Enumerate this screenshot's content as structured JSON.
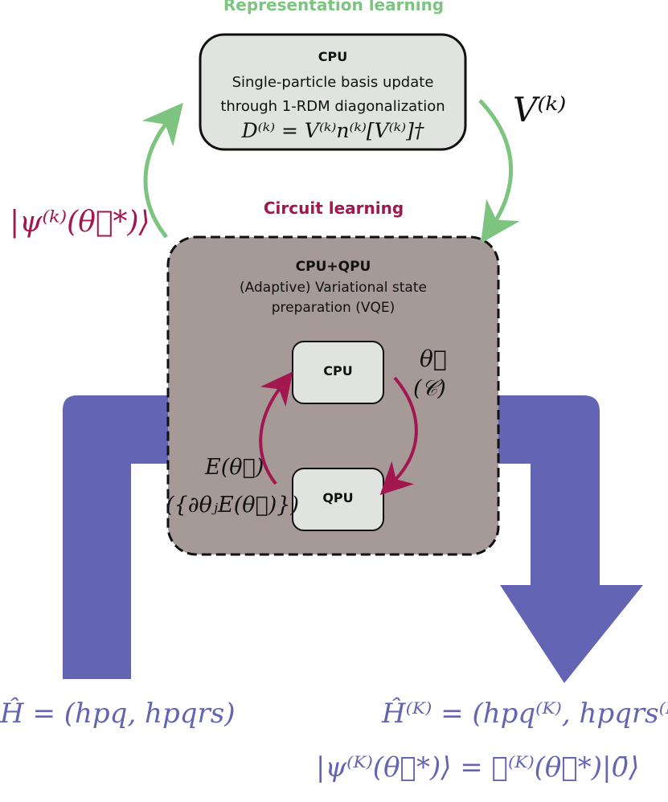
{
  "colors": {
    "green": "#7cc47f",
    "crimson": "#a3174f",
    "indigo": "#6464b4",
    "cpu_box": "#e1e3e1",
    "cpu_qpu_box": "#a69a98",
    "inner_box": "#e1e3e1"
  },
  "labels": {
    "representation_learning": "Representation learning",
    "circuit_learning": "Circuit learning"
  },
  "top_box": {
    "title": "CPU",
    "line1": "Single-particle basis update",
    "line2": "through 1-RDM diagonalization",
    "formula": "D⁽ᵏ⁾ = V⁽ᵏ⁾n⁽ᵏ⁾[V⁽ᵏ⁾]†"
  },
  "right_arrow_label": "V⁽ᵏ⁾",
  "left_arrow_label": "|ψ⁽ᵏ⁾(θ⃗*)⟩",
  "main_box": {
    "title": "CPU+QPU",
    "line1": "(Adaptive) Variational state",
    "line2": "preparation (VQE)",
    "inner_cpu": "CPU",
    "inner_qpu": "QPU",
    "theta_label": "θ⃗",
    "circuit_label": "(𝒞)",
    "energy_label": "E(θ⃗)",
    "gradient_label": "({∂θⱼE(θ⃗)})"
  },
  "bottom": {
    "input_hamiltonian": "Ĥ = (hpq, hpqrs)",
    "output_hamiltonian": "Ĥ⁽ᴷ⁾ = (hpq⁽ᴷ⁾, hpqrs⁽ᴷ⁾)",
    "output_state": "|ψ⁽ᴷ⁾(θ⃗*)⟩ = 𝒲⁽ᴷ⁾(θ⃗*)|0̄⟩"
  }
}
